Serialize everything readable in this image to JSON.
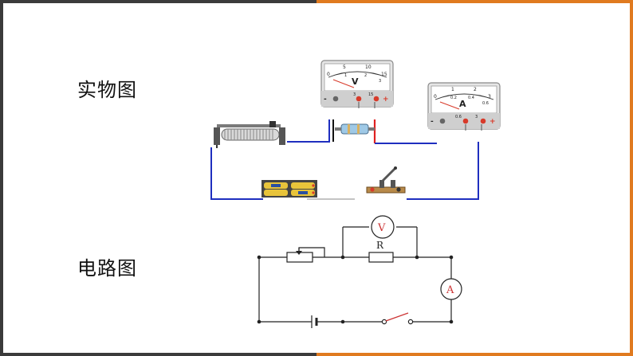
{
  "labels": {
    "photo_diagram": "实物图",
    "circuit_diagram": "电路图"
  },
  "voltmeter": {
    "letter": "V",
    "scale_top": [
      "0",
      "5",
      "10",
      "15"
    ],
    "scale_bottom": [
      "1",
      "2",
      "3"
    ],
    "terminal_neg": "-",
    "terminal_mid": "3",
    "terminal_15": "15",
    "terminal_pos": "+"
  },
  "ammeter": {
    "letter": "A",
    "scale_top": [
      "0",
      "1",
      "2",
      "3"
    ],
    "scale_bottom": [
      "0.2",
      "0.4",
      "0.6"
    ],
    "terminal_neg": "-",
    "terminal_06": "0.6",
    "terminal_3": "3",
    "terminal_pos": "+"
  },
  "circuit": {
    "voltmeter_symbol": "V",
    "ammeter_symbol": "A",
    "resistor_label": "R"
  },
  "colors": {
    "wire": "#1f2fbf",
    "red_wire": "#e02020",
    "accent_orange": "#e07a1f",
    "dark_bar": "#3b3b3b",
    "meter_red": "#d83a2a"
  }
}
